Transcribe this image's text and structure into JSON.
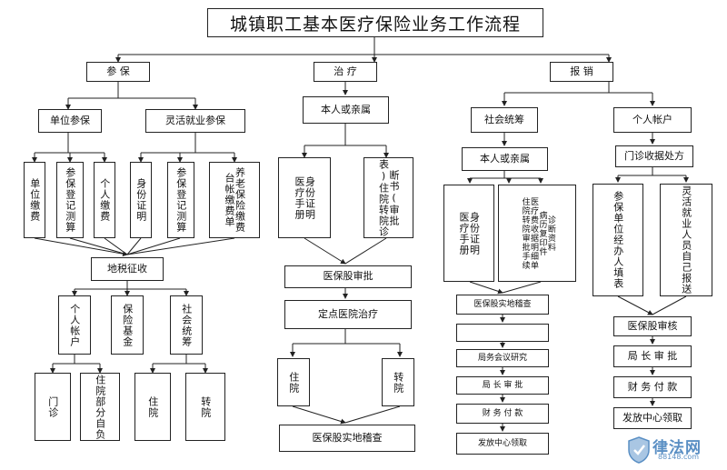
{
  "title": "城镇职工基本医疗保险业务工作流程",
  "nodes": {
    "canbao": "参 保",
    "zhiliao": "治 疗",
    "baoxiao": "报 销",
    "danwei_canbao": "单位参保",
    "linghuo_canbao": "灵活就业参保",
    "danwei_jiaofei": "单位缴费",
    "canbao_dengji_hesuan": "参保登记测算",
    "geren_jiaofei": "个人缴费",
    "shenfen_zhengming_1": "身份证明",
    "canbao_dengji_hesuan_2": "参保登记测算",
    "yanglao_taizhang": "养老保险缴费台帐缴费单",
    "dishui_zhengshou": "地税征收",
    "geren_zhanghu": "个人帐户",
    "baoxian_jijin": "保险基金",
    "shehui_tongchou": "社会统筹",
    "menzhen": "门诊",
    "zhuyuan_bufen_zifu": "住院部分自负",
    "zhuyuan_1": "住院",
    "zhuanyuan_1": "转院",
    "benren_qinshu_1": "本人或亲属",
    "yiliao_shouce_1": "医疗手册",
    "shenfen_zhengming_2": "身份证明",
    "zhenduan_shu": "断书(审批表)住院转院诊",
    "yibaogu_shenpi": "医保股审批",
    "dingdian_yiyuan": "定点医院治疗",
    "zhuyuan_2": "住院",
    "zhuanyuan_2": "转院",
    "yibaogu_shidi_jicha": "医保股实地稽查",
    "shehui_tongchou_2": "社会统筹",
    "benren_qinshu_2": "本人或亲属",
    "yiliao_shouce_2": "医疗手册",
    "shenfen_zhengming_3": "身份证明",
    "zhuyuan_zhuanyuan_shenpi": "住院转院审批手续",
    "yiliaofei_shouju": "医疗费收据明细单",
    "bingli_fuyin": "病历复印件",
    "zhenduan_ziliao": "诊断资料",
    "r_yibaogu_shidi": "医保股实地稽查",
    "r_blank": "",
    "r_jiuwu_huiyi": "局务会议研究",
    "r_juzhang_shenpi": "局 长 审 批",
    "r_caiwu_fukuan": "财 务 付 款",
    "r_fafang_zhongxin": "发放中心领取",
    "geren_zhanghu_2": "个人帐户",
    "menzhen_shouju": "门诊收据处方",
    "canbao_danwei_jingban": "参保单位经办人填表",
    "linghuo_jiuye_ziji": "灵活就业人员自己报送",
    "yibaogu_shenhe": "医保股审核",
    "juzhang_shenpi_2": "局 长 审 批",
    "caiwu_fukuan_2": "财 务 付 款",
    "fafang_zhongxin_2": "发放中心领取"
  },
  "watermark": {
    "main": "律法网",
    "sub": "88148.com"
  }
}
